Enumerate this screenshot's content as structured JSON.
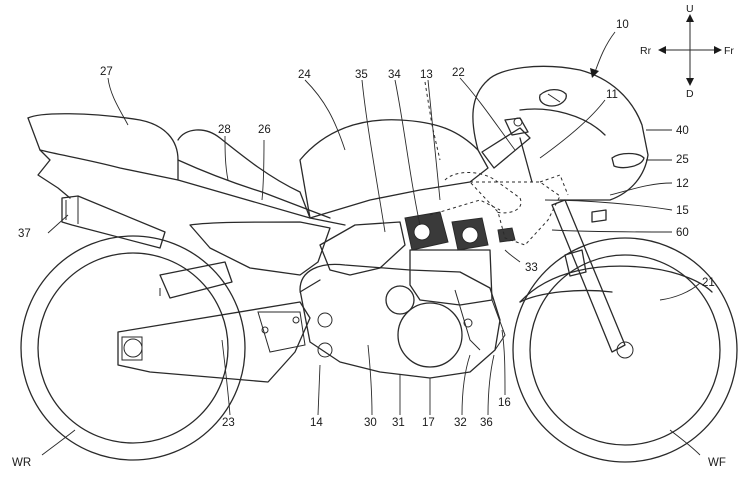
{
  "figure": {
    "labels": {
      "l10": "10",
      "l11": "11",
      "l12": "12",
      "l13": "13",
      "l14": "14",
      "l15": "15",
      "l16": "16",
      "l17": "17",
      "l21": "21",
      "l22": "22",
      "l23": "23",
      "l24": "24",
      "l25": "25",
      "l26": "26",
      "l27": "27",
      "l28": "28",
      "l30": "30",
      "l31": "31",
      "l32": "32",
      "l33": "33",
      "l34": "34",
      "l35": "35",
      "l36": "36",
      "l37": "37",
      "l40": "40",
      "l60": "60",
      "wr": "WR",
      "wf": "WF"
    },
    "directions": {
      "up": "U",
      "down": "D",
      "rear": "Rr",
      "front": "Fr"
    }
  }
}
